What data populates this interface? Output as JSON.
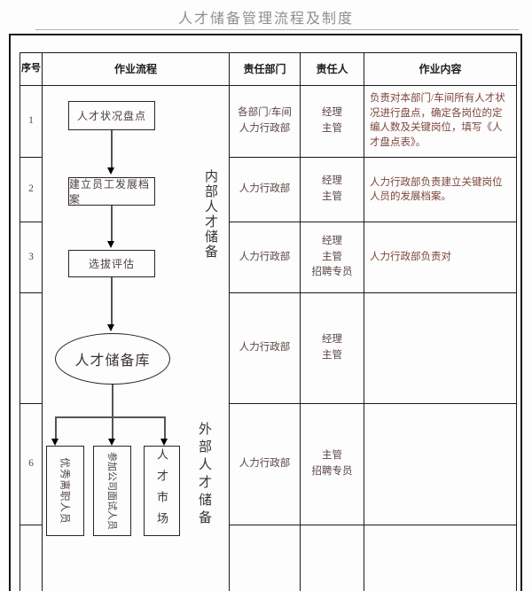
{
  "title": "人才储备管理流程及制度",
  "table": {
    "headers": {
      "no": "序号",
      "process": "作业流程",
      "dept": "责任部门",
      "person": "责任人",
      "content": "作业内容"
    },
    "rows": [
      {
        "no": "1",
        "dept": "各部门/车间\n人力行政部",
        "person": "经理\n主管",
        "content": "负责对本部门/车间所有人才状况进行盘点，确定各岗位的定编人数及关键岗位，填写《人才盘点表》。"
      },
      {
        "no": "2",
        "dept": "人力行政部",
        "person": "经理\n主管",
        "content": "人力行政部负责建立关键岗位人员的发展档案。"
      },
      {
        "no": "3",
        "dept": "人力行政部",
        "person": "经理\n主管\n招聘专员",
        "content": "人力行政部负责对"
      },
      {
        "no": "",
        "dept": "人力行政部",
        "person": "经理\n主管",
        "content": ""
      },
      {
        "no": "6",
        "dept": "人力行政部",
        "person": "主管\n招聘专员",
        "content": ""
      },
      {
        "no": "",
        "dept": "",
        "person": "",
        "content": ""
      }
    ]
  },
  "flowchart": {
    "step1": "人才状况盘点",
    "step2": "建立员工发展档案",
    "step3": "选拔评估",
    "pool": "人才储备库",
    "branch_a": "优秀离职人员",
    "branch_b": "参加公司面试人员",
    "branch_c": "人才市场",
    "label_internal": "内部人才储备",
    "label_external": "外部人才储备"
  },
  "colors": {
    "title_gray": "#8f8f8f",
    "border_black": "#1a1a1a",
    "body_text": "#5a4545",
    "content_red": "#7c453b"
  }
}
